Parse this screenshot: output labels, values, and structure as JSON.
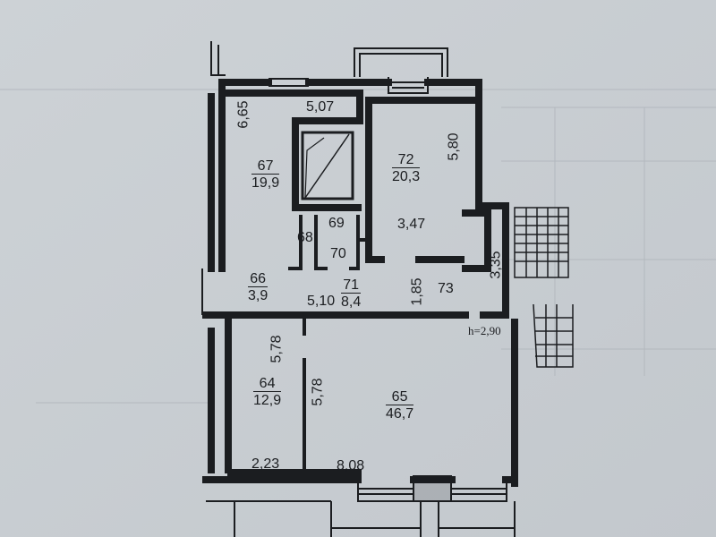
{
  "plan": {
    "height_label": "h=2,90",
    "rooms": [
      {
        "number": "67",
        "area": "19,9"
      },
      {
        "number": "72",
        "area": "20,3"
      },
      {
        "number": "66",
        "area": "3,9"
      },
      {
        "number": "71",
        "area": "8,4"
      },
      {
        "number": "64",
        "area": "12,9"
      },
      {
        "number": "65",
        "area": "46,7"
      }
    ],
    "labels": {
      "r68": "68",
      "r69": "69",
      "r70": "70",
      "r73": "73"
    },
    "dimensions": {
      "d_6_65": "6,65",
      "d_5_07": "5,07",
      "d_5_80": "5,80",
      "d_3_47": "3,47",
      "d_3_35": "3,35",
      "d_5_10": "5,10",
      "d_1_85": "1,85",
      "d_5_78_a": "5,78",
      "d_5_78_b": "5,78",
      "d_2_23": "2,23",
      "d_8_08": "8,08"
    }
  }
}
